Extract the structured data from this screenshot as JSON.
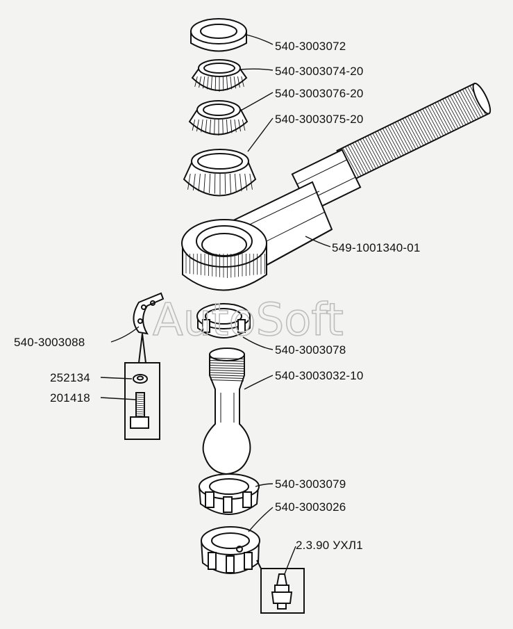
{
  "watermark": "AutoSoft",
  "labels": {
    "ring_072": "540-3003072",
    "cone_074": "540-3003074-20",
    "cone_076": "540-3003076-20",
    "cone_075": "540-3003075-20",
    "tie_rod": "549-1001340-01",
    "lock_plate": "540-3003088",
    "nut_078": "540-3003078",
    "washer": "252134",
    "bolt": "201418",
    "ball_pin": "540-3003032-10",
    "nut_079": "540-3003079",
    "nut_026": "540-3003026",
    "grease_fitting": "2.3.90 УХЛ1"
  },
  "colors": {
    "ink": "#111111",
    "paper": "#f3f3f1",
    "watermark": "#bdbdbd"
  }
}
